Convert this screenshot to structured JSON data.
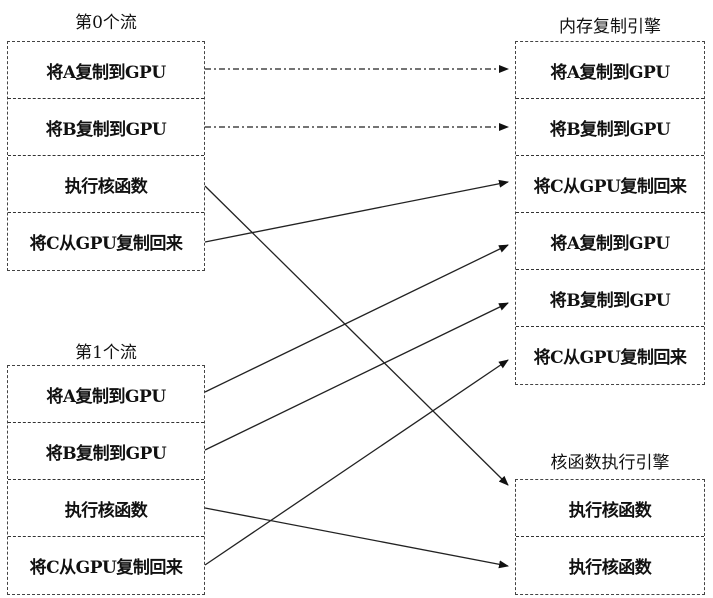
{
  "stream0": {
    "title": "第0个流",
    "tasks": [
      "将A复制到GPU",
      "将B复制到GPU",
      "执行核函数",
      "将C从GPU复制回来"
    ]
  },
  "stream1": {
    "title": "第1个流",
    "tasks": [
      "将A复制到GPU",
      "将B复制到GPU",
      "执行核函数",
      "将C从GPU复制回来"
    ]
  },
  "copy_engine": {
    "title": "内存复制引擎",
    "tasks": [
      "将A复制到GPU",
      "将B复制到GPU",
      "将C从GPU复制回来",
      "将A复制到GPU",
      "将B复制到GPU",
      "将C从GPU复制回来"
    ]
  },
  "kernel_engine": {
    "title": "核函数执行引擎",
    "tasks": [
      "执行核函数",
      "执行核函数"
    ]
  }
}
